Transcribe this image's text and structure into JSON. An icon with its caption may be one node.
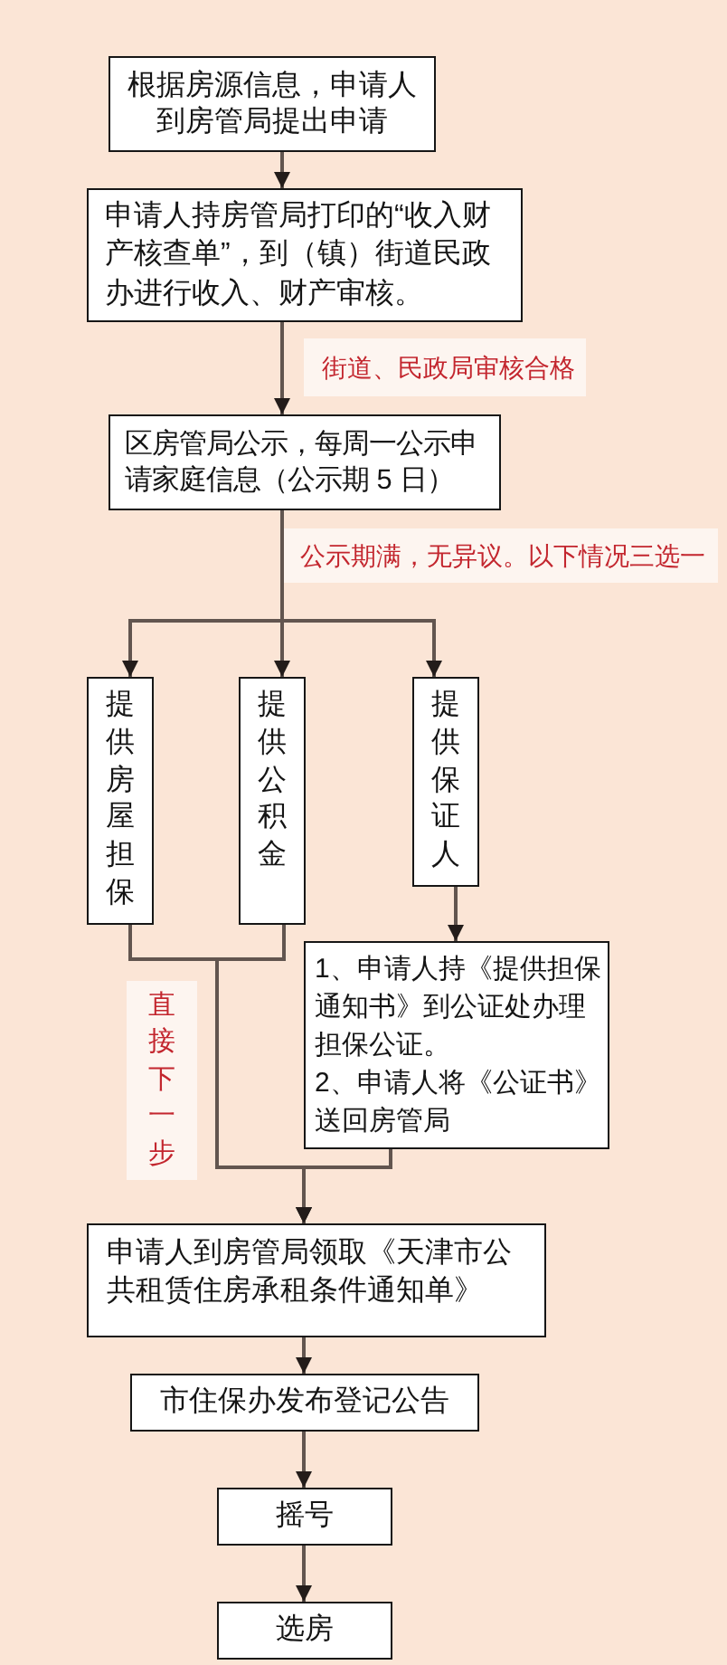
{
  "diagram": {
    "nodes": [
      {
        "text": [
          "根据房源信息，申请人到房管局提出申请"
        ]
      },
      {
        "text": [
          "申请人持房管局打印的“收入财产核查单”，到（镇）街道民政办进行收入、财产审核。"
        ]
      },
      {
        "text": [
          "区房管局公示，每周一公示申请家庭信息（公示期 5 日）"
        ]
      },
      {
        "text": [
          "提供房屋担保"
        ]
      },
      {
        "text": [
          "提供公积金"
        ]
      },
      {
        "text": [
          "提供保证人"
        ]
      },
      {
        "text": [
          "1、申请人持《提供担保通知书》到公证处办理担保公证。",
          "2、申请人将《公证书》送回房管局"
        ]
      },
      {
        "text": [
          "申请人到房管局领取《天津市公共租赁住房承租条件通知单》"
        ]
      },
      {
        "text": [
          "市住保办发布登记公告"
        ]
      },
      {
        "text": [
          "摇号"
        ]
      },
      {
        "text": [
          "选房"
        ]
      }
    ],
    "edges": [
      {
        "from": 0,
        "to": 1,
        "arrow": "to"
      },
      {
        "from": 1,
        "to": 2,
        "arrow": "to",
        "label": "街道、民政局审核合格"
      },
      {
        "from": 2,
        "to": 3,
        "arrow": "to"
      },
      {
        "from": 2,
        "to": 4,
        "arrow": "to",
        "label": "公示期满，无异议。以下情况三选一"
      },
      {
        "from": 2,
        "to": 5,
        "arrow": "to"
      },
      {
        "from": 3,
        "to": 7,
        "arrow": "to",
        "label": "直接下一步"
      },
      {
        "from": 4,
        "to": 7,
        "arrow": "to"
      },
      {
        "from": 5,
        "to": 6,
        "arrow": "to"
      },
      {
        "from": 6,
        "to": 7,
        "arrow": "to"
      },
      {
        "from": 7,
        "to": 8,
        "arrow": "to"
      },
      {
        "from": 8,
        "to": 9,
        "arrow": "to"
      },
      {
        "from": 9,
        "to": 10,
        "arrow": "to"
      }
    ]
  }
}
